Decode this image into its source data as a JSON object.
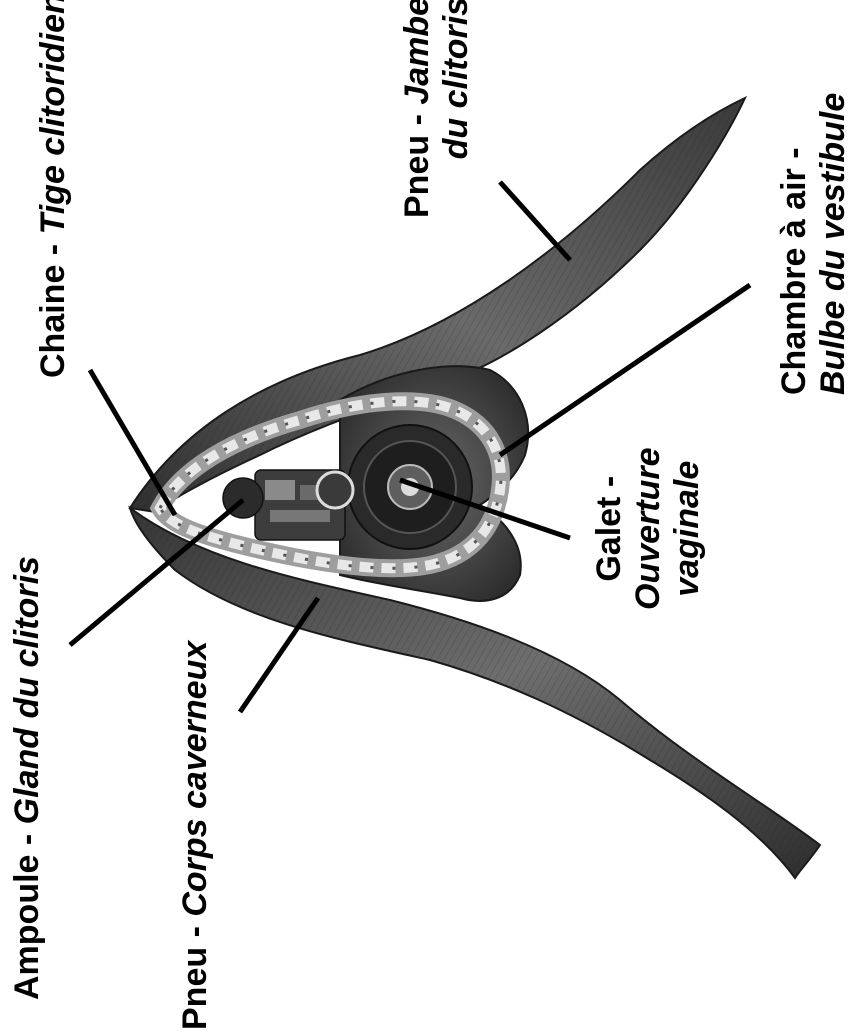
{
  "labels": {
    "ampoule": {
      "main": "Ampoule - ",
      "anat": "Gland du clitoris"
    },
    "pneu_corps": {
      "main": "Pneu - ",
      "anat": "Corps caverneux"
    },
    "chaine": {
      "main": "Chaine - ",
      "anat": "Tige clitoridienne"
    },
    "pneu_jambe": {
      "main": "Pneu - ",
      "anat_line1": "Jambe",
      "anat_line2": "du clitoris"
    },
    "chambre": {
      "line1": "Chambre à air -",
      "anat_line2": "Bulbe du vestibule"
    },
    "galet": {
      "line1": "Galet -",
      "anat_line2": "Ouverture",
      "anat_line3": "vaginale"
    }
  },
  "colors": {
    "tire_dark": "#3a3a3a",
    "tire_mid": "#5a5a5a",
    "tube": "#4a4a4a",
    "chain_metal": "#cfcfcf",
    "leader": "#000000"
  }
}
